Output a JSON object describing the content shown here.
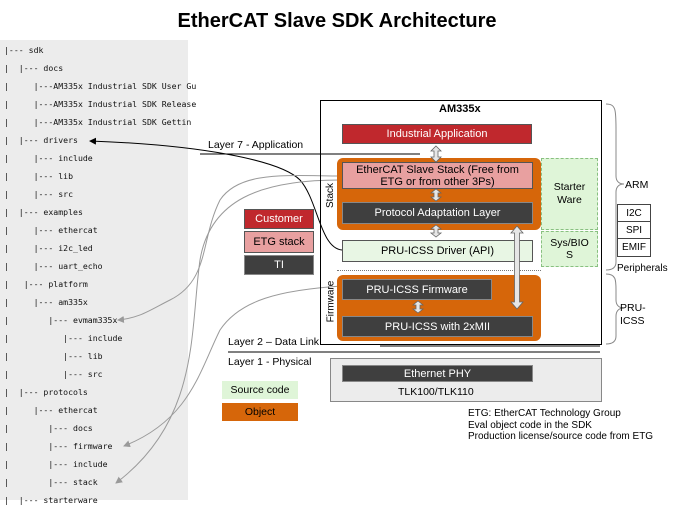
{
  "title": "EtherCAT Slave SDK Architecture",
  "tree": [
    "|--- sdk",
    "|  |--- docs",
    "|     |---AM335x Industrial SDK User Gu",
    "|     |---AM335x Industrial SDK Release",
    "|     |---AM335x Industrial SDK Gettin",
    "|  |--- drivers",
    "|     |--- include",
    "|     |--- lib",
    "|     |--- src",
    "|  |--- examples",
    "|     |--- ethercat",
    "|     |--- i2c_led",
    "|     |--- uart_echo",
    "|   |--- platform",
    "|     |--- am335x",
    "|        |--- evmam335x",
    "|           |--- include",
    "|           |--- lib",
    "|           |--- src",
    "|  |--- protocols",
    "|     |--- ethercat",
    "|        |--- docs",
    "|        |--- firmware",
    "|        |--- include",
    "|        |--- stack",
    "|  |--- starterware"
  ],
  "diagram": {
    "chip_label": "AM335x",
    "industrial_app": "Industrial Application",
    "layer7": "Layer 7 - Application",
    "stack_label": "Stack",
    "ethercat_stack": "EtherCAT Slave Stack (Free from ETG  or from other 3Ps)",
    "protocol_adaptation": "Protocol Adaptation Layer",
    "starter_ware": "Starter Ware",
    "sys_bios": "Sys/BIO S",
    "pru_driver": "PRU-ICSS  Driver (API)",
    "firmware_label": "Firmware",
    "pru_firmware": "PRU-ICSS  Firmware",
    "pru_2xmii": "PRU-ICSS   with 2xMII",
    "layer2": "Layer 2 – Data Link",
    "layer1": "Layer 1 - Physical",
    "ethernet_phy": "Ethernet PHY",
    "tlk": "TLK100/TLK110",
    "arm": "ARM",
    "peripherals": [
      "I2C",
      "SPI",
      "EMIF"
    ],
    "peripherals_label": "Peripherals",
    "pru_icss": "PRU- ICSS"
  },
  "legend_owner": {
    "customer": "Customer",
    "etg_stack": "ETG  stack",
    "ti": "TI"
  },
  "legend_type": {
    "source_code": "Source code",
    "object": "Object"
  },
  "notes": [
    "ETG:  EtherCAT Technology Group",
    "Eval object code in the SDK",
    "Production license/source code from ETG"
  ],
  "colors": {
    "red": "#c0282d",
    "pink": "#e8a0a0",
    "dark": "#3f3f3f",
    "orange": "#d6660a",
    "green": "#dff5d8"
  }
}
